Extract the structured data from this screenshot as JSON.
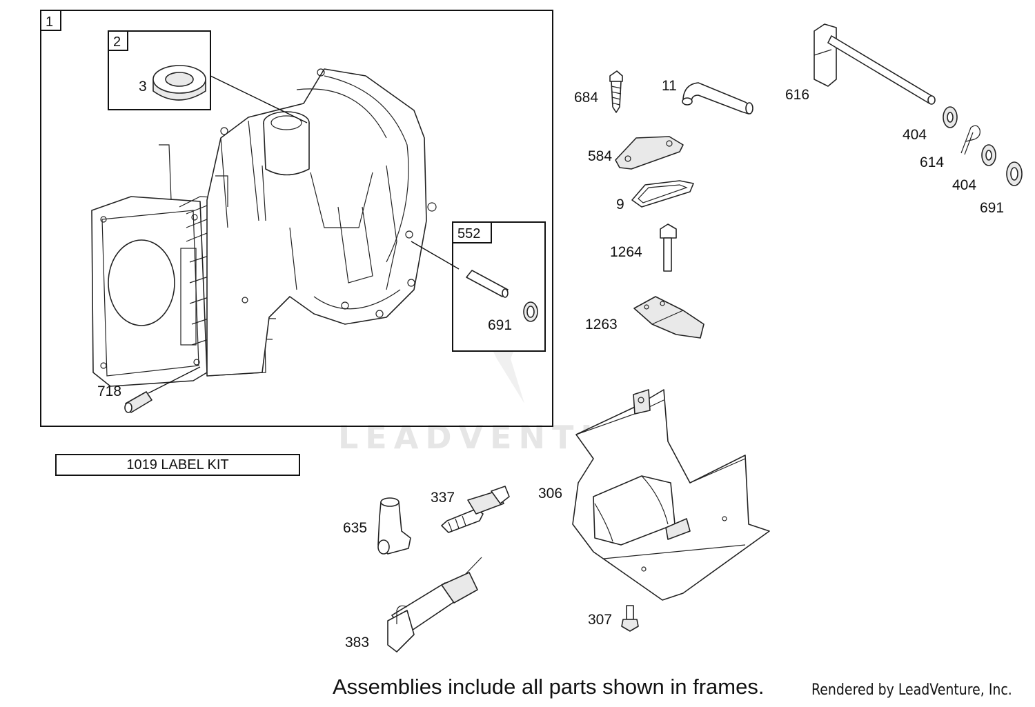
{
  "frames": {
    "short_block": "1",
    "seal_kit": "2",
    "pin_kit": "552"
  },
  "callouts": {
    "seal": "3",
    "dowel": "718",
    "pin_seal": "691",
    "screw_684": "684",
    "tube_11": "11",
    "rod_616": "616",
    "washer_404_a": "404",
    "clip_614": "614",
    "washer_404_b": "404",
    "seal_691": "691",
    "plate_584": "584",
    "gasket_9": "9",
    "bolt_1264": "1264",
    "bracket_1263": "1263",
    "plug_337": "337",
    "boot_635": "635",
    "shield_306": "306",
    "screw_307": "307",
    "wrench_383": "383"
  },
  "label_kit": "1019 LABEL KIT",
  "watermark": "LEADVENTURE",
  "footer": {
    "note": "Assemblies include all parts shown in frames.",
    "credit": "Rendered by LeadVenture, Inc."
  }
}
